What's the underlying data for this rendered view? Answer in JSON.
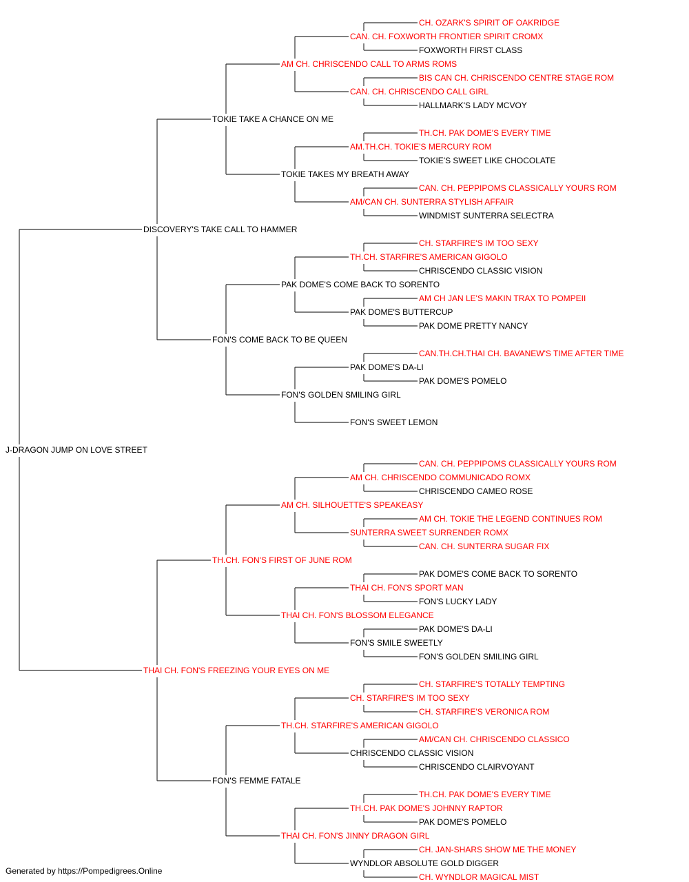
{
  "colors": {
    "titled": "#ff0000",
    "plain": "#000000",
    "line": "#333333"
  },
  "tree": {
    "name": "J-DRAGON JUMP ON LOVE STREET",
    "titled": false,
    "sire": {
      "name": "DISCOVERY'S TAKE CALL TO HAMMER",
      "titled": false,
      "sire": {
        "name": "TOKIE TAKE A CHANCE ON ME",
        "titled": false,
        "sire": {
          "name": "AM CH. CHRISCENDO CALL TO ARMS ROMS",
          "titled": true,
          "sire": {
            "name": "CAN. CH. FOXWORTH FRONTIER SPIRIT CROMX",
            "titled": true,
            "sire": {
              "name": "CH. OZARK'S SPIRIT OF OAKRIDGE",
              "titled": true
            },
            "dam": {
              "name": "FOXWORTH FIRST CLASS",
              "titled": false
            }
          },
          "dam": {
            "name": "CAN. CH. CHRISCENDO CALL GIRL",
            "titled": true,
            "sire": {
              "name": "BIS CAN CH. CHRISCENDO CENTRE STAGE ROM",
              "titled": true
            },
            "dam": {
              "name": "HALLMARK'S LADY MCVOY",
              "titled": false
            }
          }
        },
        "dam": {
          "name": "TOKIE TAKES MY BREATH AWAY",
          "titled": false,
          "sire": {
            "name": "AM.TH.CH. TOKIE'S MERCURY ROM",
            "titled": true,
            "sire": {
              "name": "TH.CH. PAK DOME'S EVERY TIME",
              "titled": true
            },
            "dam": {
              "name": "TOKIE'S SWEET LIKE CHOCOLATE",
              "titled": false
            }
          },
          "dam": {
            "name": "AM/CAN CH. SUNTERRA STYLISH AFFAIR",
            "titled": true,
            "sire": {
              "name": "CAN. CH. PEPPIPOMS CLASSICALLY YOURS ROM",
              "titled": true
            },
            "dam": {
              "name": "WINDMIST SUNTERRA SELECTRA",
              "titled": false
            }
          }
        }
      },
      "dam": {
        "name": "FON'S COME BACK TO BE QUEEN",
        "titled": false,
        "sire": {
          "name": "PAK DOME'S COME BACK TO SORENTO",
          "titled": false,
          "sire": {
            "name": "TH.CH. STARFIRE'S AMERICAN GIGOLO",
            "titled": true,
            "sire": {
              "name": "CH. STARFIRE'S IM TOO SEXY",
              "titled": true
            },
            "dam": {
              "name": "CHRISCENDO CLASSIC VISION",
              "titled": false
            }
          },
          "dam": {
            "name": "PAK DOME'S BUTTERCUP",
            "titled": false,
            "sire": {
              "name": "AM CH JAN LE'S MAKIN TRAX TO POMPEII",
              "titled": true
            },
            "dam": {
              "name": "PAK DOME PRETTY NANCY",
              "titled": false
            }
          }
        },
        "dam": {
          "name": "FON'S GOLDEN SMILING GIRL",
          "titled": false,
          "sire": {
            "name": "PAK DOME'S DA-LI",
            "titled": false,
            "sire": {
              "name": "CAN.TH.CH.THAI CH. BAVANEW'S TIME AFTER TIME",
              "titled": true
            },
            "dam": {
              "name": "PAK DOME'S POMELO",
              "titled": false
            }
          },
          "dam": {
            "name": "FON'S SWEET LEMON",
            "titled": false
          }
        }
      }
    },
    "dam": {
      "name": "THAI CH. FON'S FREEZING YOUR EYES ON ME",
      "titled": true,
      "sire": {
        "name": "TH.CH. FON'S FIRST OF JUNE ROM",
        "titled": true,
        "sire": {
          "name": "AM CH. SILHOUETTE'S SPEAKEASY",
          "titled": true,
          "sire": {
            "name": "AM CH. CHRISCENDO COMMUNICADO ROMX",
            "titled": true,
            "sire": {
              "name": "CAN. CH. PEPPIPOMS CLASSICALLY YOURS ROM",
              "titled": true
            },
            "dam": {
              "name": "CHRISCENDO CAMEO ROSE",
              "titled": false
            }
          },
          "dam": {
            "name": "SUNTERRA SWEET SURRENDER ROMX",
            "titled": true,
            "sire": {
              "name": "AM CH. TOKIE THE LEGEND CONTINUES ROM",
              "titled": true
            },
            "dam": {
              "name": "CAN. CH. SUNTERRA SUGAR FIX",
              "titled": true
            }
          }
        },
        "dam": {
          "name": "THAI CH. FON'S BLOSSOM ELEGANCE",
          "titled": true,
          "sire": {
            "name": "THAI CH. FON'S SPORT MAN",
            "titled": true,
            "sire": {
              "name": "PAK DOME'S COME BACK TO SORENTO",
              "titled": false
            },
            "dam": {
              "name": "FON'S LUCKY LADY",
              "titled": false
            }
          },
          "dam": {
            "name": "FON'S SMILE SWEETLY",
            "titled": false,
            "sire": {
              "name": "PAK DOME'S DA-LI",
              "titled": false
            },
            "dam": {
              "name": "FON'S GOLDEN SMILING GIRL",
              "titled": false
            }
          }
        }
      },
      "dam": {
        "name": "FON'S FEMME FATALE",
        "titled": false,
        "sire": {
          "name": "TH.CH. STARFIRE'S AMERICAN GIGOLO",
          "titled": true,
          "sire": {
            "name": "CH. STARFIRE'S IM TOO SEXY",
            "titled": true,
            "sire": {
              "name": "CH. STARFIRE'S TOTALLY TEMPTING",
              "titled": true
            },
            "dam": {
              "name": "CH. STARFIRE'S VERONICA ROM",
              "titled": true
            }
          },
          "dam": {
            "name": "CHRISCENDO CLASSIC VISION",
            "titled": false,
            "sire": {
              "name": "AM/CAN CH. CHRISCENDO CLASSICO",
              "titled": true
            },
            "dam": {
              "name": "CHRISCENDO CLAIRVOYANT",
              "titled": false
            }
          }
        },
        "dam": {
          "name": "THAI CH. FON'S JINNY DRAGON GIRL",
          "titled": true,
          "sire": {
            "name": "TH.CH. PAK DOME'S JOHNNY RAPTOR",
            "titled": true,
            "sire": {
              "name": "TH.CH. PAK DOME'S EVERY TIME",
              "titled": true
            },
            "dam": {
              "name": "PAK DOME'S POMELO",
              "titled": false
            }
          },
          "dam": {
            "name": "WYNDLOR ABSOLUTE GOLD DIGGER",
            "titled": false,
            "sire": {
              "name": "CH. JAN-SHARS SHOW ME THE MONEY",
              "titled": true
            },
            "dam": {
              "name": "CH. WYNDLOR MAGICAL MIST",
              "titled": true
            }
          }
        }
      }
    }
  },
  "footer": "Generated by https://Pompedigrees.Online"
}
